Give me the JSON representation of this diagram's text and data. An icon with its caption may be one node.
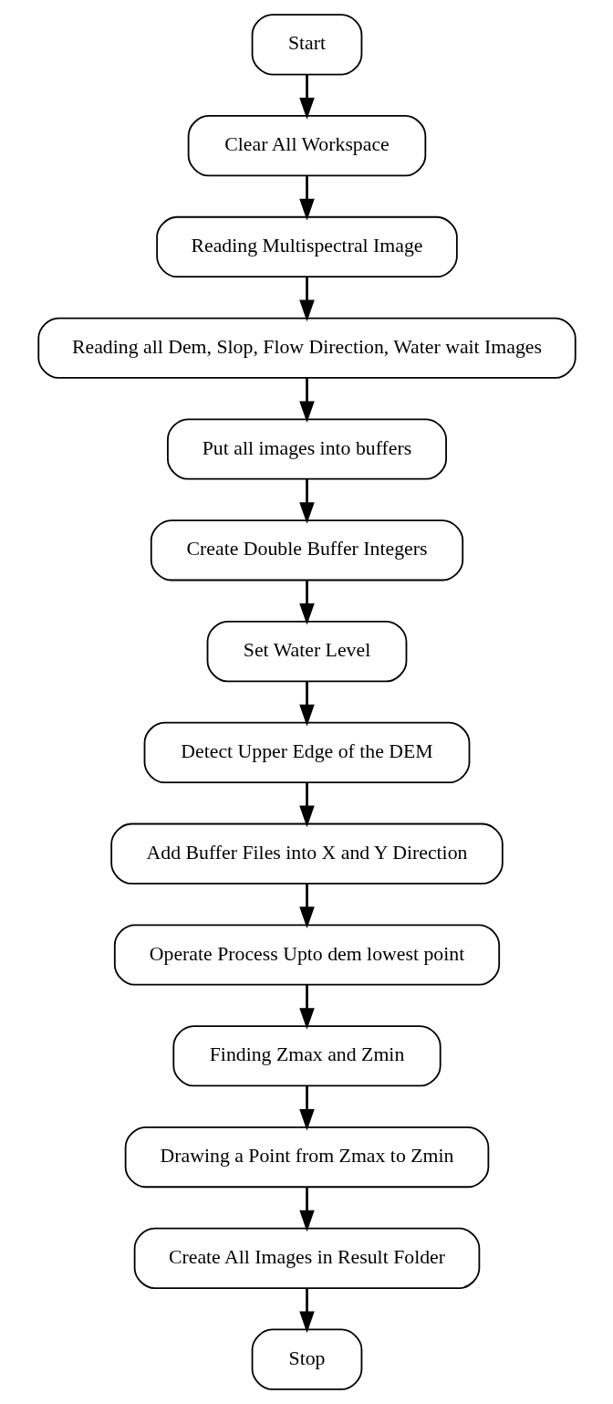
{
  "diagram": {
    "nodes": [
      {
        "text": [
          "Start"
        ]
      },
      {
        "text": [
          "Clear All Workspace"
        ]
      },
      {
        "text": [
          "Reading Multispectral Image"
        ]
      },
      {
        "text": [
          "Reading all Dem, Slop, Flow Direction, Water wait Images"
        ]
      },
      {
        "text": [
          "Put all images into buffers"
        ]
      },
      {
        "text": [
          "Create Double Buffer Integers"
        ]
      },
      {
        "text": [
          "Set Water Level"
        ]
      },
      {
        "text": [
          "Detect Upper Edge of the DEM"
        ]
      },
      {
        "text": [
          "Add Buffer Files into X and Y Direction"
        ]
      },
      {
        "text": [
          "Operate Process Upto dem lowest point"
        ]
      },
      {
        "text": [
          "Finding Zmax and Zmin"
        ]
      },
      {
        "text": [
          "Drawing a Point from Zmax to Zmin"
        ]
      },
      {
        "text": [
          "Create All Images in Result Folder"
        ]
      },
      {
        "text": [
          "Stop"
        ]
      }
    ],
    "edges": [
      {
        "from": 0,
        "to": 1,
        "arrow": "to"
      },
      {
        "from": 1,
        "to": 2,
        "arrow": "to"
      },
      {
        "from": 2,
        "to": 3,
        "arrow": "to"
      },
      {
        "from": 3,
        "to": 4,
        "arrow": "to"
      },
      {
        "from": 4,
        "to": 5,
        "arrow": "to"
      },
      {
        "from": 5,
        "to": 6,
        "arrow": "to"
      },
      {
        "from": 6,
        "to": 7,
        "arrow": "to"
      },
      {
        "from": 7,
        "to": 8,
        "arrow": "to"
      },
      {
        "from": 8,
        "to": 9,
        "arrow": "to"
      },
      {
        "from": 9,
        "to": 10,
        "arrow": "to"
      },
      {
        "from": 10,
        "to": 11,
        "arrow": "to"
      },
      {
        "from": 11,
        "to": 12,
        "arrow": "to"
      },
      {
        "from": 12,
        "to": 13,
        "arrow": "to"
      }
    ]
  }
}
